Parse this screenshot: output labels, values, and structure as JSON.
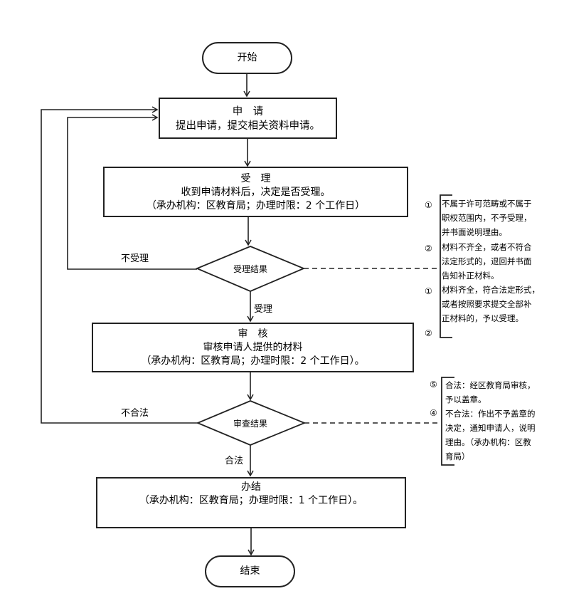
{
  "start": {
    "label": "开始"
  },
  "apply": {
    "title": "申　请",
    "desc": "提出申请，提交相关资料申请。"
  },
  "accept": {
    "title": "受　理",
    "desc": "收到申请材料后，决定是否受理。",
    "meta": "（承办机构：区教育局；办理时限：2 个工作日）"
  },
  "decision1": {
    "label": "受理结果",
    "reject_label": "不受理",
    "pass_label": "受理"
  },
  "accept_notes": [
    {
      "marker": "①",
      "lines": [
        "不属于许可范畴或不属于",
        "职权范围内，不予受理，",
        "并书面说明理由。"
      ]
    },
    {
      "marker": "②",
      "lines": [
        "材料不齐全，或者不符合",
        "法定形式的，退回并书面",
        "告知补正材料。"
      ]
    },
    {
      "marker": "①",
      "lines": [
        "材料齐全，符合法定形式，",
        "或者按照要求提交全部补",
        "正材料的，予以受理。"
      ]
    },
    {
      "marker": "②",
      "lines": []
    }
  ],
  "review": {
    "title": "审　核",
    "desc": "审核申请人提供的材料",
    "meta": "（承办机构：区教育局；办理时限：2 个工作日）。"
  },
  "decision2": {
    "label": "审查结果",
    "reject_label": "不合法",
    "pass_label": "合法"
  },
  "review_notes": [
    {
      "marker": "⑤",
      "lines": [
        "合法：经区教育局审核，",
        "予以盖章。"
      ]
    },
    {
      "marker": "④",
      "lines": [
        "不合法：作出不予盖章的",
        "决定，通知申请人，说明",
        "理由。（承办机构：区教",
        "育局）"
      ]
    }
  ],
  "finish": {
    "title": "办结",
    "meta": "（承办机构：区教育局；办理时限：1 个工作日）。"
  },
  "end": {
    "label": "结束"
  }
}
